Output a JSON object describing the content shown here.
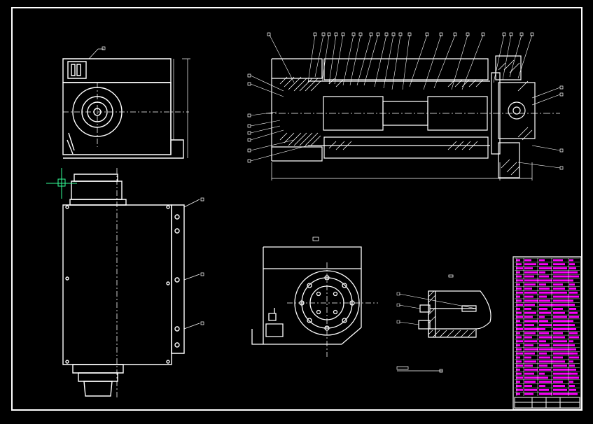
{
  "drawing": {
    "colors": {
      "background": "#000000",
      "line": "#ffffff",
      "hatch": "#ffffff",
      "title_block_text": "#ff00ff",
      "cursor": "#00ff66"
    },
    "views": [
      "side-view-top-left",
      "side-view-bottom-left",
      "spindle-section",
      "end-view",
      "detail-view"
    ],
    "title_block": {
      "row_count": 34
    }
  }
}
